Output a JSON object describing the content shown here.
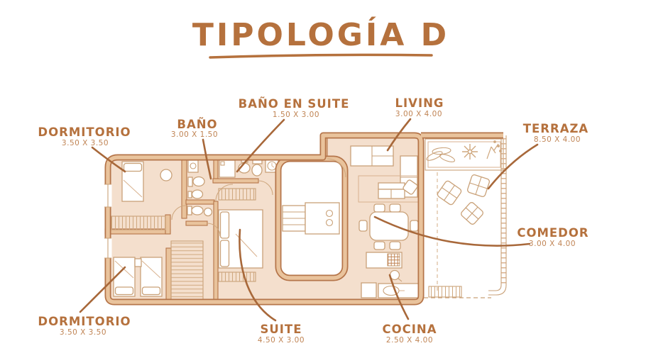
{
  "title": {
    "text": "TIPOLOGÍA D"
  },
  "rooms": [
    {
      "id": "dormitorio-1",
      "name": "DORMITORIO",
      "dims": "3.50 X 3.50"
    },
    {
      "id": "bano",
      "name": "BAÑO",
      "dims": "3.00 X 1.50"
    },
    {
      "id": "bano-en-suite",
      "name": "BAÑO EN SUITE",
      "dims": "1.50 X 3.00"
    },
    {
      "id": "living",
      "name": "LIVING",
      "dims": "3.00 X 4.00"
    },
    {
      "id": "terraza",
      "name": "TERRAZA",
      "dims": "8.50 X 4.00"
    },
    {
      "id": "comedor",
      "name": "COMEDOR",
      "dims": "3.00 X 4.00"
    },
    {
      "id": "dormitorio-2",
      "name": "DORMITORIO",
      "dims": "3.50 X 3.50"
    },
    {
      "id": "suite",
      "name": "SUITE",
      "dims": "4.50 X 3.00"
    },
    {
      "id": "cocina",
      "name": "COCINA",
      "dims": "2.50 X 4.00"
    }
  ],
  "colors": {
    "ink": "#b5713d",
    "leader": "#a8683a",
    "wall_edge": "#b5754a",
    "wall_fill": "#e9c39c",
    "floor": "#f4dfcd",
    "furniture_line": "#c9a178",
    "background": "#ffffff"
  }
}
